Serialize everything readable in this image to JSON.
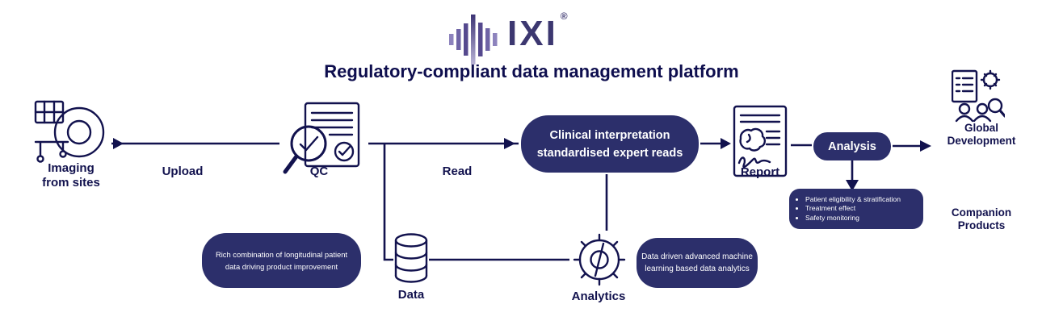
{
  "colors": {
    "navy_text": "#12124e",
    "box_background": "#2c2f6b",
    "box_text": "#ffffff",
    "logo_purple": "#55498e",
    "background": "#ffffff"
  },
  "logo": {
    "mark_icon": "waveform-bars-icon",
    "text": "IXI",
    "trademark": "®"
  },
  "title": "Regulatory-compliant data management platform",
  "flow": {
    "source": {
      "icon": "mri-scanner-icon",
      "label_line1": "Imaging",
      "label_line2": "from sites"
    },
    "upload_label": "Upload",
    "qc": {
      "icon": "document-qc-magnifier-icon",
      "label": "QC"
    },
    "read_label": "Read",
    "clinical_box": {
      "line1": "Clinical interpretation",
      "line2": "standardised expert reads"
    },
    "report": {
      "icon": "brain-report-icon",
      "label": "Report"
    },
    "analysis_button_label": "Analysis",
    "destination": {
      "icon": "clinical-team-icon",
      "label_line1": "Global",
      "label_line2": "Development"
    },
    "companion": {
      "label_line1": "Companion",
      "label_line2": "Products"
    }
  },
  "data_layer": {
    "rich_box": {
      "line1": "Rich combination of longitudinal patient",
      "line2": "data driving product improvement"
    },
    "data_store": {
      "icon": "database-icon",
      "label": "Data"
    },
    "analytics": {
      "icon": "ai-gear-icon",
      "label": "Analytics"
    },
    "ml_box": {
      "line1": "Data driven advanced machine",
      "line2": "learning based data analytics"
    }
  },
  "analysis_details": {
    "bullets": [
      "Patient eligibility & stratification",
      "Treatment effect",
      "Safety monitoring"
    ]
  }
}
